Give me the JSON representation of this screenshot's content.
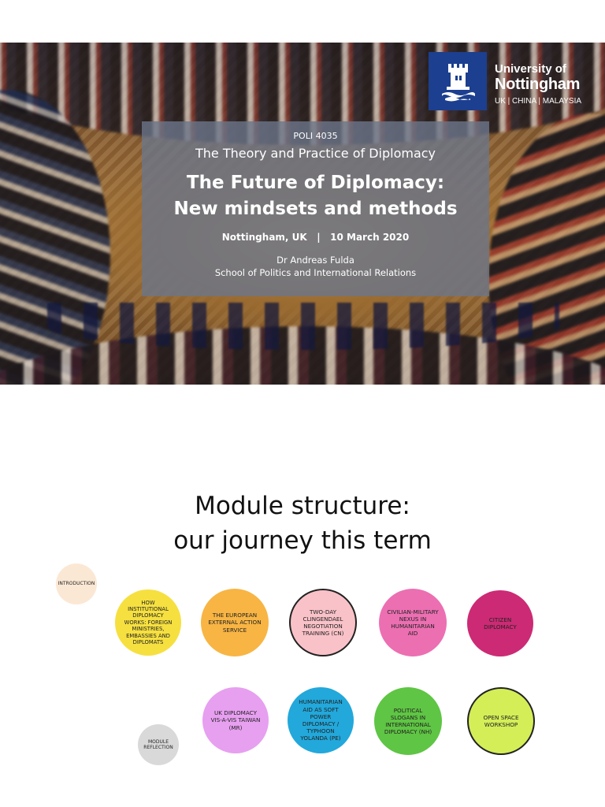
{
  "slide1": {
    "logo": {
      "university_of": "University of",
      "nottingham": "Nottingham",
      "campuses": "UK | CHINA | MALAYSIA",
      "brand_color": "#1c3f8f",
      "icon": "castle-tower-icon"
    },
    "title_box": {
      "module_code": "POLI 4035",
      "course_title": "The Theory and Practice of Diplomacy",
      "main_title_line1": "The Future of Diplomacy:",
      "main_title_line2": "New mindsets and methods",
      "place_date": "Nottingham, UK   |   10 March 2020",
      "author": "Dr Andreas Fulda",
      "department": "School of Politics and International Relations"
    }
  },
  "slide2": {
    "title_line1": "Module structure:",
    "title_line2": "our journey this term",
    "circles": {
      "introduction": "Introduction",
      "how_institutional": "How institutional diplomacy works: foreign ministries, embassies and diplomats",
      "eeas": "The European External Action Service",
      "two_day": "Two-day Clingendael negotiation training (CN)",
      "civilian_military": "Civilian-military nexus in humanitarian aid",
      "citizen": "Citizen diplomacy",
      "uk_taiwan": "UK diplomacy vis-a-vis Taiwan (MR)",
      "humanitarian": "Humanitarian aid as soft power diplomacy / Typhoon Yolanda (PE)",
      "political_slogans": "Political slogans in international diplomacy (NH)",
      "open_space": "Open space workshop",
      "module_reflection": "Module reflection"
    },
    "colors": {
      "introduction": "#fbe8d4",
      "how_institutional": "#f6e040",
      "eeas": "#f8b544",
      "two_day": "#f9c2c8",
      "civilian_military": "#ec6fb2",
      "citizen": "#cc2a75",
      "uk_taiwan": "#e79ff0",
      "humanitarian": "#22a8db",
      "political_slogans": "#5fc544",
      "open_space": "#d4ee58",
      "module_reflection": "#d9d9d9"
    }
  }
}
